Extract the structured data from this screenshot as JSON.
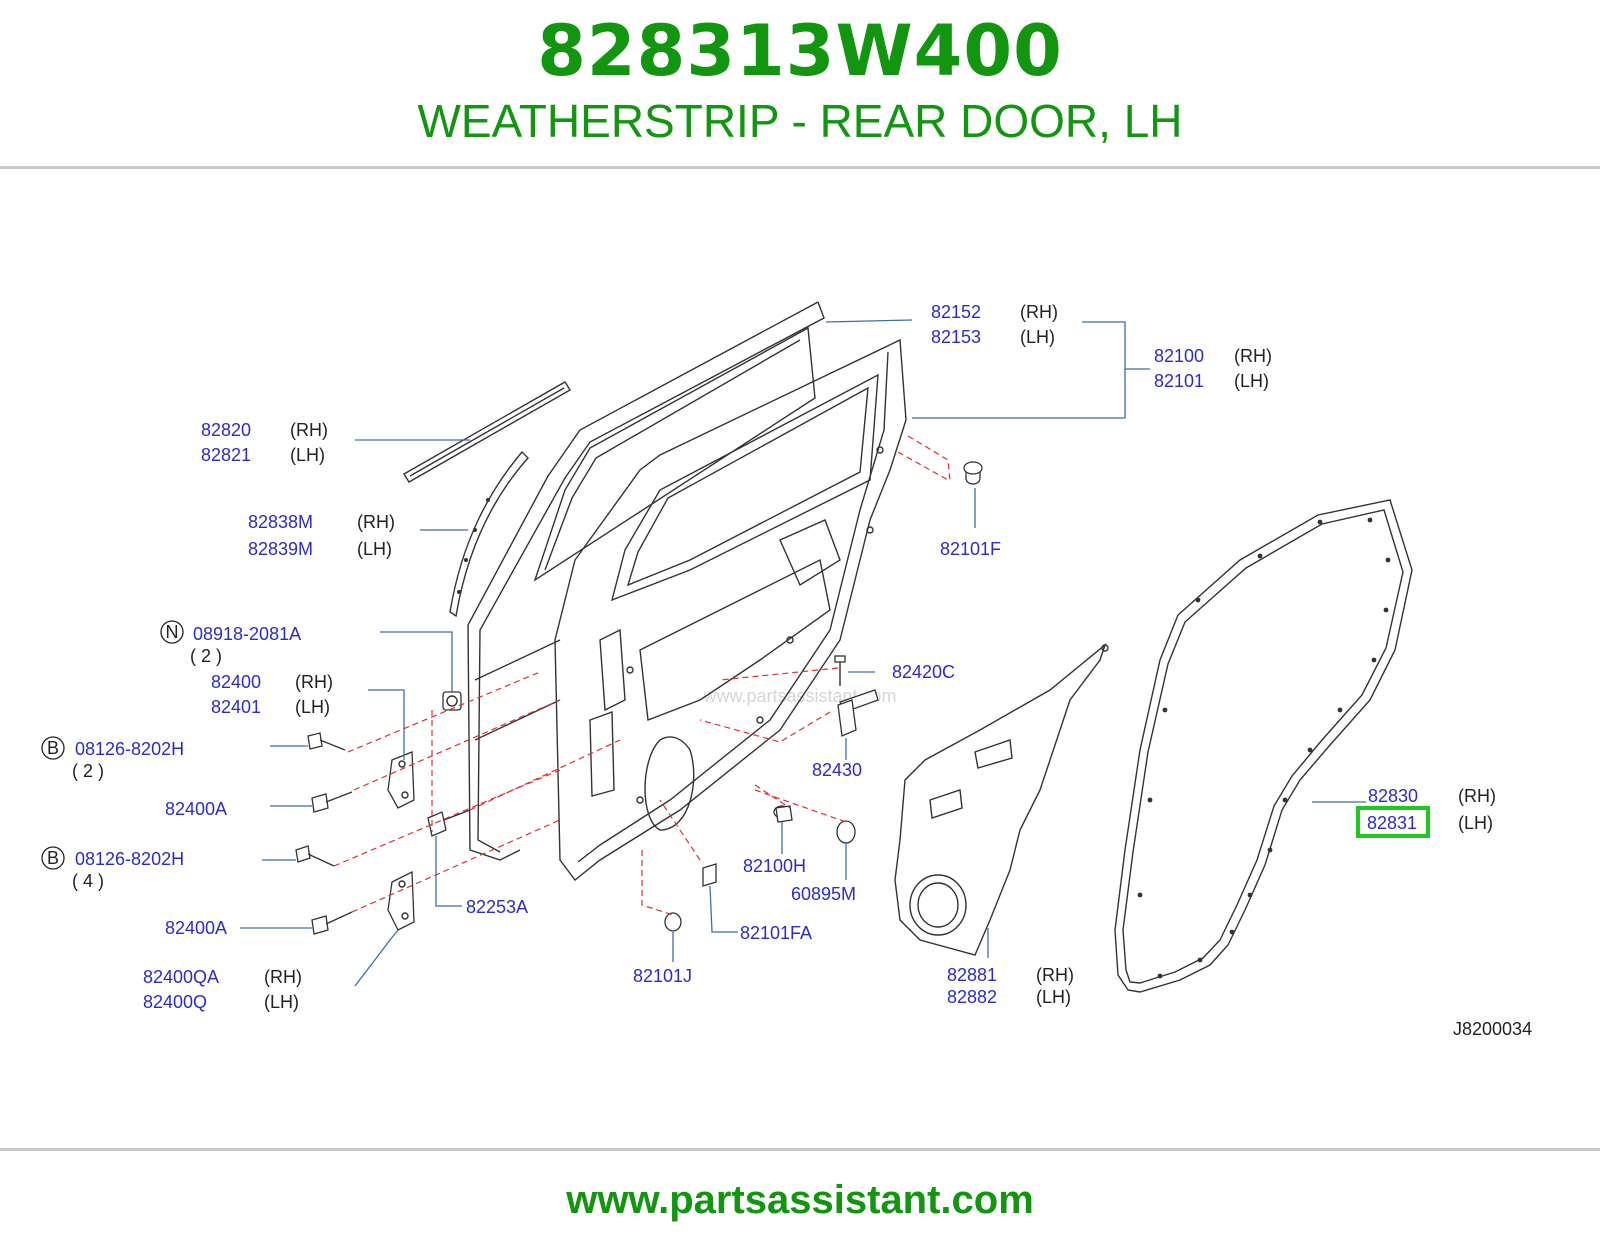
{
  "header": {
    "part_number": "828313W400",
    "description": "WEATHERSTRIP - REAR DOOR, LH"
  },
  "watermark": "www.partsassistant.com",
  "footer": "www.partsassistant.com",
  "diagram_ref": "J8200034",
  "highlight_color": "#1ec81e",
  "brand_color": "#12950f",
  "callouts": {
    "c82152": {
      "num": "82152",
      "side": "(RH)"
    },
    "c82153": {
      "num": "82153",
      "side": "(LH)"
    },
    "c82100": {
      "num": "82100",
      "side": "(RH)"
    },
    "c82101": {
      "num": "82101",
      "side": "(LH)"
    },
    "c82820": {
      "num": "82820",
      "side": "(RH)"
    },
    "c82821": {
      "num": "82821",
      "side": "(LH)"
    },
    "c82838M": {
      "num": "82838M",
      "side": "(RH)"
    },
    "c82839M": {
      "num": "82839M",
      "side": "(LH)"
    },
    "c82101F": {
      "num": "82101F"
    },
    "cN": {
      "letter": "N",
      "num": "08918-2081A",
      "qty": "( 2 )"
    },
    "c82400": {
      "num": "82400",
      "side": "(RH)"
    },
    "c82401": {
      "num": "82401",
      "side": "(LH)"
    },
    "c82420C": {
      "num": "82420C"
    },
    "cB1": {
      "letter": "B",
      "num": "08126-8202H",
      "qty": "( 2 )"
    },
    "c82430": {
      "num": "82430"
    },
    "c82400A1": {
      "num": "82400A"
    },
    "c82830": {
      "num": "82830",
      "side": "(RH)"
    },
    "c82831": {
      "num": "82831",
      "side": "(LH)"
    },
    "cB2": {
      "letter": "B",
      "num": "08126-8202H",
      "qty": "( 4 )"
    },
    "c82100H": {
      "num": "82100H"
    },
    "c60895M": {
      "num": "60895M"
    },
    "c82253A": {
      "num": "82253A"
    },
    "c82400A2": {
      "num": "82400A"
    },
    "c82101FA": {
      "num": "82101FA"
    },
    "c82881": {
      "num": "82881",
      "side": "(RH)"
    },
    "c82882": {
      "num": "82882",
      "side": "(LH)"
    },
    "c82400QA": {
      "num": "82400QA",
      "side": "(RH)"
    },
    "c82400Q": {
      "num": "82400Q",
      "side": "(LH)"
    },
    "c82101J": {
      "num": "82101J"
    }
  }
}
